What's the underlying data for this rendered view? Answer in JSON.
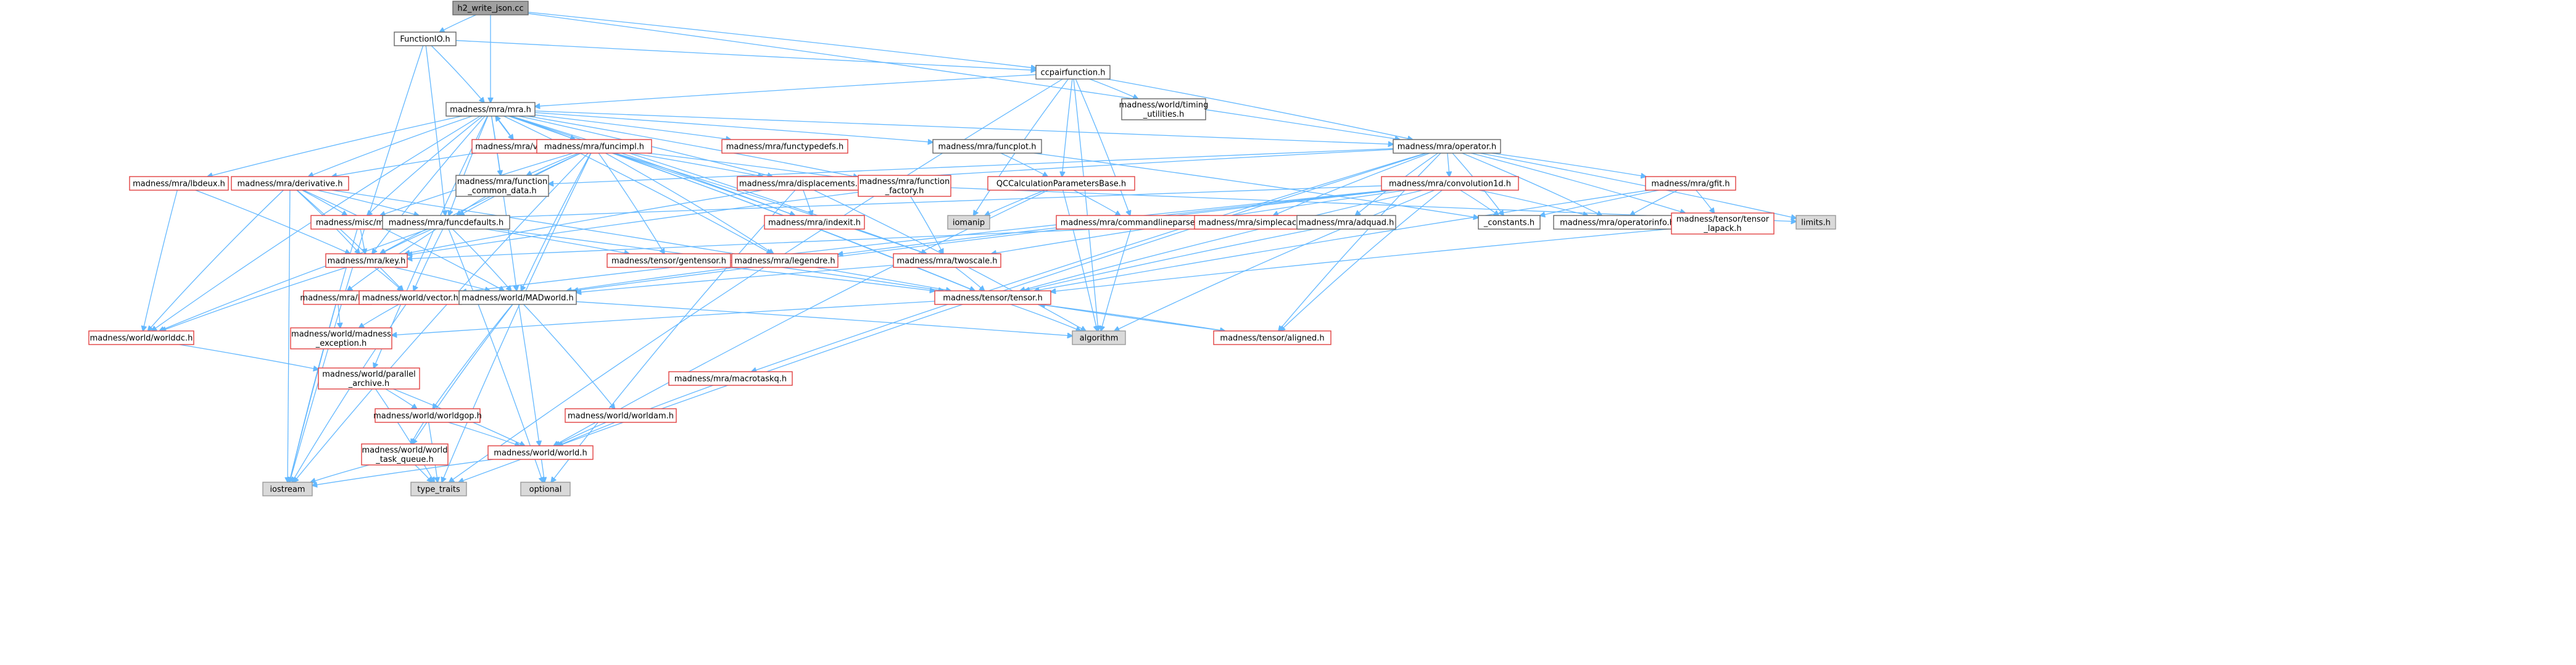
{
  "nodes": [
    {
      "id": "root",
      "lines": [
        "h2_write_json.cc"
      ],
      "style": "root"
    },
    {
      "id": "functionio",
      "lines": [
        "FunctionIO.h"
      ],
      "style": "normal"
    },
    {
      "id": "ccpair",
      "lines": [
        "ccpairfunction.h"
      ],
      "style": "normal"
    },
    {
      "id": "mra",
      "lines": [
        "madness/mra/mra.h"
      ],
      "style": "normal"
    },
    {
      "id": "timing",
      "lines": [
        "madness/world/timing",
        "_utilities.h"
      ],
      "style": "normal"
    },
    {
      "id": "operator",
      "lines": [
        "madness/mra/operator.h"
      ],
      "style": "normal"
    },
    {
      "id": "vmra",
      "lines": [
        "madness/mra/vmra.h"
      ],
      "style": "red"
    },
    {
      "id": "funcimpl",
      "lines": [
        "madness/mra/funcimpl.h"
      ],
      "style": "red"
    },
    {
      "id": "functypedefs",
      "lines": [
        "madness/mra/functypedefs.h"
      ],
      "style": "red"
    },
    {
      "id": "funcplot",
      "lines": [
        "madness/mra/funcplot.h"
      ],
      "style": "normal"
    },
    {
      "id": "qccalc",
      "lines": [
        "QCCalculationParametersBase.h"
      ],
      "style": "red"
    },
    {
      "id": "convolution1d",
      "lines": [
        "madness/mra/convolution1d.h"
      ],
      "style": "red"
    },
    {
      "id": "gfit",
      "lines": [
        "madness/mra/gfit.h"
      ],
      "style": "red"
    },
    {
      "id": "lbdeux",
      "lines": [
        "madness/mra/lbdeux.h"
      ],
      "style": "red"
    },
    {
      "id": "derivative",
      "lines": [
        "madness/mra/derivative.h"
      ],
      "style": "red"
    },
    {
      "id": "fcommon",
      "lines": [
        "madness/mra/function",
        "_common_data.h"
      ],
      "style": "normal"
    },
    {
      "id": "displacements",
      "lines": [
        "madness/mra/displacements.h"
      ],
      "style": "red"
    },
    {
      "id": "ffactory",
      "lines": [
        "madness/mra/function",
        "_factory.h"
      ],
      "style": "red"
    },
    {
      "id": "iomanip",
      "lines": [
        "iomanip"
      ],
      "style": "gray"
    },
    {
      "id": "cmdparser",
      "lines": [
        "madness/mra/commandlineparser.h"
      ],
      "style": "red"
    },
    {
      "id": "simplecache",
      "lines": [
        "madness/mra/simplecache.h"
      ],
      "style": "red"
    },
    {
      "id": "adquad",
      "lines": [
        "madness/mra/adquad.h"
      ],
      "style": "normal"
    },
    {
      "id": "constants",
      "lines": [
        "_constants.h"
      ],
      "style": "normal"
    },
    {
      "id": "operatorinfo",
      "lines": [
        "madness/mra/operatorinfo.h"
      ],
      "style": "normal"
    },
    {
      "id": "lapack",
      "lines": [
        "madness/tensor/tensor",
        "_lapack.h"
      ],
      "style": "red"
    },
    {
      "id": "limits",
      "lines": [
        "limits.h"
      ],
      "style": "gray"
    },
    {
      "id": "misc",
      "lines": [
        "madness/misc/misc.h"
      ],
      "style": "red"
    },
    {
      "id": "funcdefaults",
      "lines": [
        "madness/mra/funcdefaults.h"
      ],
      "style": "normal"
    },
    {
      "id": "indexit",
      "lines": [
        "madness/mra/indexit.h"
      ],
      "style": "red"
    },
    {
      "id": "key",
      "lines": [
        "madness/mra/key.h"
      ],
      "style": "red"
    },
    {
      "id": "gentensor",
      "lines": [
        "madness/tensor/gentensor.h"
      ],
      "style": "red"
    },
    {
      "id": "legendre",
      "lines": [
        "madness/mra/legendre.h"
      ],
      "style": "red"
    },
    {
      "id": "twoscale",
      "lines": [
        "madness/mra/twoscale.h"
      ],
      "style": "red"
    },
    {
      "id": "bc",
      "lines": [
        "madness/mra/bc.h"
      ],
      "style": "red"
    },
    {
      "id": "vector",
      "lines": [
        "madness/world/vector.h"
      ],
      "style": "red"
    },
    {
      "id": "madworld",
      "lines": [
        "madness/world/MADworld.h"
      ],
      "style": "normal"
    },
    {
      "id": "tensor",
      "lines": [
        "madness/tensor/tensor.h"
      ],
      "style": "red"
    },
    {
      "id": "worlddc",
      "lines": [
        "madness/world/worlddc.h"
      ],
      "style": "red"
    },
    {
      "id": "madexc",
      "lines": [
        "madness/world/madness",
        "_exception.h"
      ],
      "style": "red"
    },
    {
      "id": "algorithm",
      "lines": [
        "algorithm"
      ],
      "style": "gray"
    },
    {
      "id": "aligned",
      "lines": [
        "madness/tensor/aligned.h"
      ],
      "style": "red"
    },
    {
      "id": "parallel",
      "lines": [
        "madness/world/parallel",
        "_archive.h"
      ],
      "style": "red"
    },
    {
      "id": "macrotaskq",
      "lines": [
        "madness/mra/macrotaskq.h"
      ],
      "style": "red"
    },
    {
      "id": "worldgop",
      "lines": [
        "madness/world/worldgop.h"
      ],
      "style": "red"
    },
    {
      "id": "worldam",
      "lines": [
        "madness/world/worldam.h"
      ],
      "style": "red"
    },
    {
      "id": "taskqueue",
      "lines": [
        "madness/world/world",
        "_task_queue.h"
      ],
      "style": "red"
    },
    {
      "id": "world",
      "lines": [
        "madness/world/world.h"
      ],
      "style": "red"
    },
    {
      "id": "iostream",
      "lines": [
        "iostream"
      ],
      "style": "gray"
    },
    {
      "id": "typetraits",
      "lines": [
        "type_traits"
      ],
      "style": "gray"
    },
    {
      "id": "optional",
      "lines": [
        "optional"
      ],
      "style": "gray"
    }
  ],
  "edges": [
    [
      "root",
      "functionio"
    ],
    [
      "root",
      "mra"
    ],
    [
      "root",
      "ccpair"
    ],
    [
      "root",
      "operator"
    ],
    [
      "functionio",
      "mra"
    ],
    [
      "functionio",
      "ccpair"
    ],
    [
      "functionio",
      "iostream"
    ],
    [
      "functionio",
      "funcdefaults"
    ],
    [
      "ccpair",
      "mra"
    ],
    [
      "ccpair",
      "timing"
    ],
    [
      "ccpair",
      "operator"
    ],
    [
      "ccpair",
      "qccalc"
    ],
    [
      "ccpair",
      "cmdparser"
    ],
    [
      "ccpair",
      "iomanip"
    ],
    [
      "ccpair",
      "algorithm"
    ],
    [
      "ccpair",
      "typetraits"
    ],
    [
      "mra",
      "vmra"
    ],
    [
      "mra",
      "funcimpl"
    ],
    [
      "mra",
      "functypedefs"
    ],
    [
      "mra",
      "funcplot"
    ],
    [
      "mra",
      "operator"
    ],
    [
      "mra",
      "lbdeux"
    ],
    [
      "mra",
      "derivative"
    ],
    [
      "mra",
      "misc"
    ],
    [
      "mra",
      "funcdefaults"
    ],
    [
      "mra",
      "key"
    ],
    [
      "mra",
      "madworld"
    ],
    [
      "mra",
      "worlddc"
    ],
    [
      "mra",
      "parallel"
    ],
    [
      "mra",
      "indexit"
    ],
    [
      "mra",
      "ffactory"
    ],
    [
      "mra",
      "legendre"
    ],
    [
      "mra",
      "twoscale"
    ],
    [
      "mra",
      "tensor"
    ],
    [
      "mra",
      "displacements"
    ],
    [
      "mra",
      "fcommon"
    ],
    [
      "vmra",
      "mra"
    ],
    [
      "vmra",
      "derivative"
    ],
    [
      "funcimpl",
      "fcommon"
    ],
    [
      "funcimpl",
      "displacements"
    ],
    [
      "funcimpl",
      "ffactory"
    ],
    [
      "funcimpl",
      "funcdefaults"
    ],
    [
      "funcimpl",
      "misc"
    ],
    [
      "funcimpl",
      "indexit"
    ],
    [
      "funcimpl",
      "key"
    ],
    [
      "funcimpl",
      "gentensor"
    ],
    [
      "funcimpl",
      "madworld"
    ],
    [
      "funcimpl",
      "tensor"
    ],
    [
      "funcimpl",
      "iostream"
    ],
    [
      "funcimpl",
      "typetraits"
    ],
    [
      "funcimpl",
      "legendre"
    ],
    [
      "funcimpl",
      "twoscale"
    ],
    [
      "funcplot",
      "qccalc"
    ],
    [
      "funcplot",
      "constants"
    ],
    [
      "qccalc",
      "iomanip"
    ],
    [
      "qccalc",
      "cmdparser"
    ],
    [
      "qccalc",
      "world"
    ],
    [
      "qccalc",
      "algorithm"
    ],
    [
      "operator",
      "convolution1d"
    ],
    [
      "operator",
      "gfit"
    ],
    [
      "operator",
      "simplecache"
    ],
    [
      "operator",
      "adquad"
    ],
    [
      "operator",
      "constants"
    ],
    [
      "operator",
      "operatorinfo"
    ],
    [
      "operator",
      "lapack"
    ],
    [
      "operator",
      "limits"
    ],
    [
      "operator",
      "displacements"
    ],
    [
      "operator",
      "fcommon"
    ],
    [
      "operator",
      "macrotaskq"
    ],
    [
      "operator",
      "aligned"
    ],
    [
      "operator",
      "typetraits"
    ],
    [
      "convolution1d",
      "constants"
    ],
    [
      "convolution1d",
      "operatorinfo"
    ],
    [
      "convolution1d",
      "misc"
    ],
    [
      "convolution1d",
      "twoscale"
    ],
    [
      "convolution1d",
      "legendre"
    ],
    [
      "convolution1d",
      "tensor"
    ],
    [
      "convolution1d",
      "aligned"
    ],
    [
      "convolution1d",
      "algorithm"
    ],
    [
      "convolution1d",
      "madworld"
    ],
    [
      "convolution1d",
      "vector"
    ],
    [
      "gfit",
      "constants"
    ],
    [
      "gfit",
      "operatorinfo"
    ],
    [
      "gfit",
      "lapack"
    ],
    [
      "gfit",
      "tensor"
    ],
    [
      "lbdeux",
      "key"
    ],
    [
      "lbdeux",
      "worlddc"
    ],
    [
      "derivative",
      "funcdefaults"
    ],
    [
      "derivative",
      "misc"
    ],
    [
      "derivative",
      "key"
    ],
    [
      "derivative",
      "madworld"
    ],
    [
      "derivative",
      "worlddc"
    ],
    [
      "derivative",
      "tensor"
    ],
    [
      "derivative",
      "vector"
    ],
    [
      "derivative",
      "iostream"
    ],
    [
      "fcommon",
      "funcdefaults"
    ],
    [
      "displacements",
      "indexit"
    ],
    [
      "displacements",
      "key"
    ],
    [
      "displacements",
      "algorithm"
    ],
    [
      "displacements",
      "optional"
    ],
    [
      "ffactory",
      "key"
    ],
    [
      "ffactory",
      "twoscale"
    ],
    [
      "ffactory",
      "limits"
    ],
    [
      "cmdparser",
      "algorithm"
    ],
    [
      "simplecache",
      "key"
    ],
    [
      "adquad",
      "tensor"
    ],
    [
      "lapack",
      "tensor"
    ],
    [
      "misc",
      "iostream"
    ],
    [
      "misc",
      "key"
    ],
    [
      "funcdefaults",
      "key"
    ],
    [
      "funcdefaults",
      "gentensor"
    ],
    [
      "funcdefaults",
      "madworld"
    ],
    [
      "funcdefaults",
      "bc"
    ],
    [
      "funcdefaults",
      "vector"
    ],
    [
      "funcdefaults",
      "tensor"
    ],
    [
      "funcdefaults",
      "optional"
    ],
    [
      "funcdefaults",
      "worlddc"
    ],
    [
      "key",
      "vector"
    ],
    [
      "key",
      "madworld"
    ],
    [
      "key",
      "worlddc"
    ],
    [
      "gentensor",
      "tensor"
    ],
    [
      "legendre",
      "madworld"
    ],
    [
      "twoscale",
      "tensor"
    ],
    [
      "twoscale",
      "madworld"
    ],
    [
      "bc",
      "madexc"
    ],
    [
      "bc",
      "iostream"
    ],
    [
      "vector",
      "madexc"
    ],
    [
      "vector",
      "iostream"
    ],
    [
      "madworld",
      "worldgop"
    ],
    [
      "madworld",
      "worldam"
    ],
    [
      "madworld",
      "world"
    ],
    [
      "madworld",
      "taskqueue"
    ],
    [
      "madworld",
      "algorithm"
    ],
    [
      "tensor",
      "aligned"
    ],
    [
      "tensor",
      "madexc"
    ],
    [
      "tensor",
      "algorithm"
    ],
    [
      "aligned",
      "tensor"
    ],
    [
      "worlddc",
      "parallel"
    ],
    [
      "parallel",
      "worldgop"
    ],
    [
      "parallel",
      "world"
    ],
    [
      "parallel",
      "typetraits"
    ],
    [
      "macrotaskq",
      "world"
    ],
    [
      "worldgop",
      "world"
    ],
    [
      "worldgop",
      "taskqueue"
    ],
    [
      "worldgop",
      "typetraits"
    ],
    [
      "worldam",
      "world"
    ],
    [
      "taskqueue",
      "iostream"
    ],
    [
      "taskqueue",
      "typetraits"
    ],
    [
      "world",
      "iostream"
    ],
    [
      "world",
      "optional"
    ]
  ]
}
